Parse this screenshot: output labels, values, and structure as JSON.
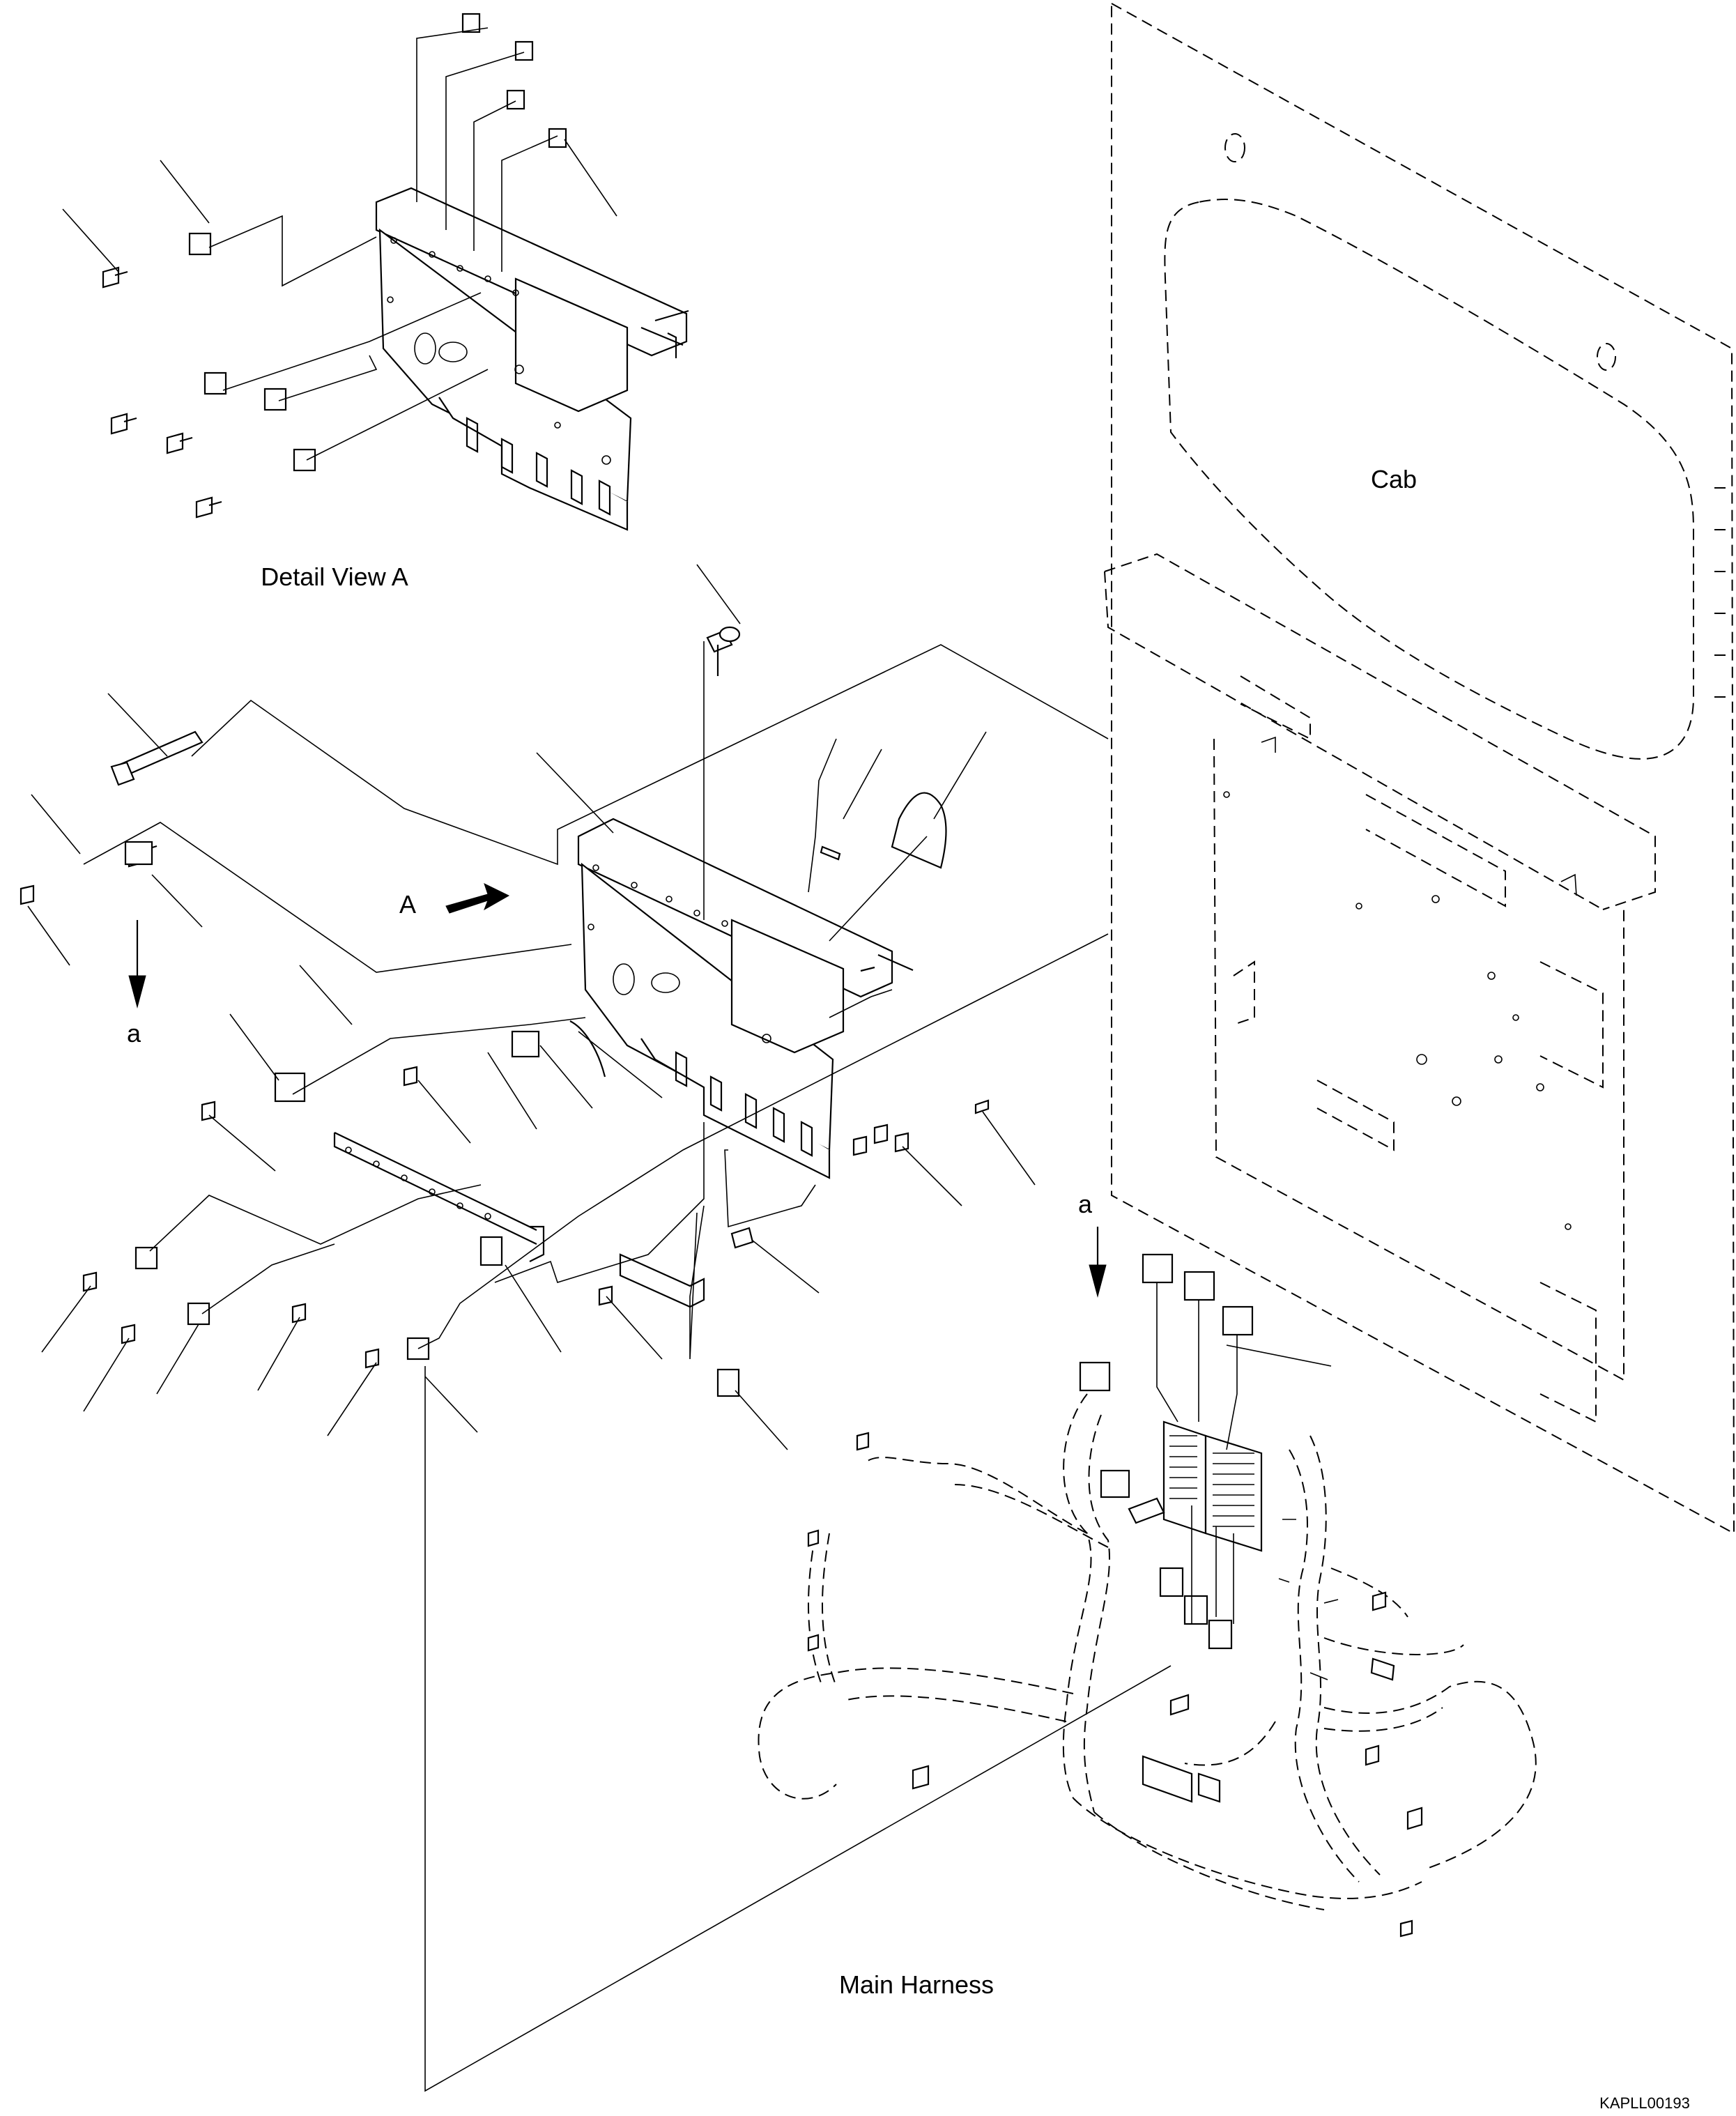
{
  "labels": {
    "detail_view": "Detail View A",
    "cab": "Cab",
    "view_arrow": "A",
    "arrow_a_left": "a",
    "arrow_a_right": "a",
    "main_harness": "Main Harness",
    "drawing_code": "KAPLL00193"
  }
}
